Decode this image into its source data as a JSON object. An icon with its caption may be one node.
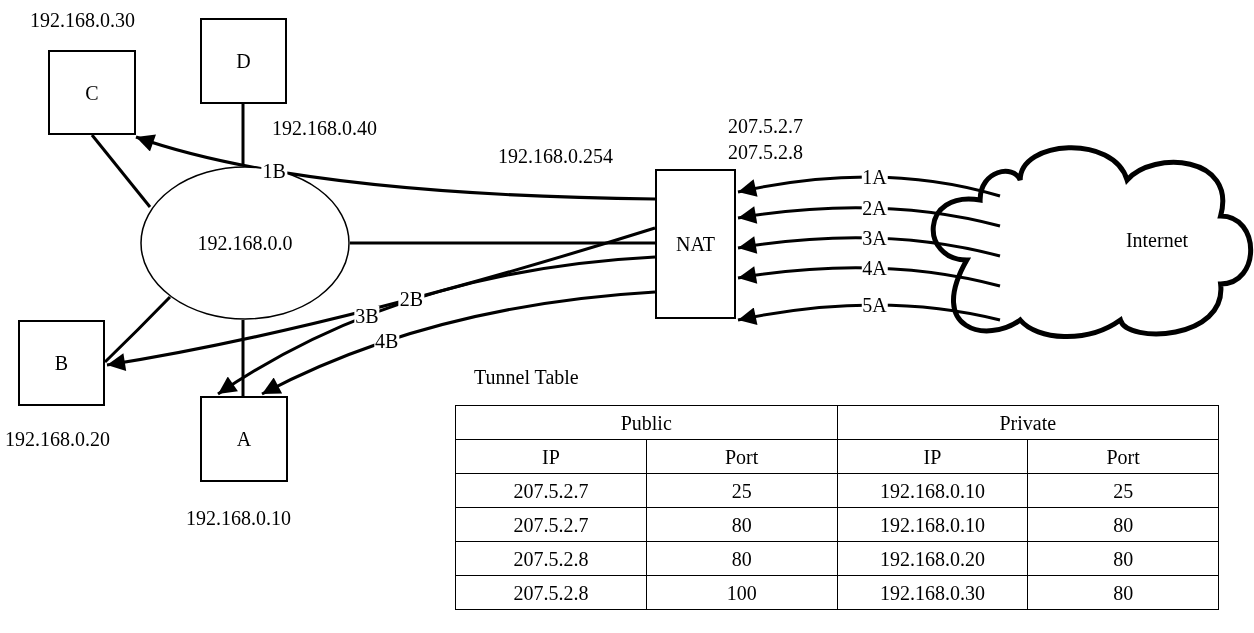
{
  "diagram": {
    "nodes": [
      {
        "text": [
          "C"
        ],
        "beside": [
          "192.168.0.30"
        ]
      },
      {
        "text": [
          "D"
        ],
        "beside": [
          "192.168.0.40"
        ]
      },
      {
        "text": [
          "192.168.0.0"
        ]
      },
      {
        "text": [
          "B"
        ],
        "beside": [
          "192.168.0.20"
        ]
      },
      {
        "text": [
          "A"
        ],
        "beside": [
          "192.168.0.10"
        ]
      },
      {
        "text": [
          "NAT"
        ],
        "beside": [
          "192.168.0.254",
          "207.5.2.7",
          "207.5.2.8"
        ]
      },
      {
        "text": [
          "Internet"
        ]
      }
    ],
    "edges": [
      {
        "from": 0,
        "to": 2,
        "arrow": "none"
      },
      {
        "from": 1,
        "to": 2,
        "arrow": "none"
      },
      {
        "from": 3,
        "to": 2,
        "arrow": "none"
      },
      {
        "from": 4,
        "to": 2,
        "arrow": "none"
      },
      {
        "from": 2,
        "to": 5,
        "arrow": "none"
      },
      {
        "from": 6,
        "to": 5,
        "arrow": "to",
        "label": "1A"
      },
      {
        "from": 6,
        "to": 5,
        "arrow": "to",
        "label": "2A"
      },
      {
        "from": 6,
        "to": 5,
        "arrow": "to",
        "label": "3A"
      },
      {
        "from": 6,
        "to": 5,
        "arrow": "to",
        "label": "4A"
      },
      {
        "from": 6,
        "to": 5,
        "arrow": "to",
        "label": "5A"
      },
      {
        "from": 5,
        "to": 0,
        "arrow": "to",
        "label": "1B"
      },
      {
        "from": 5,
        "to": 3,
        "arrow": "to",
        "label": "2B"
      },
      {
        "from": 5,
        "to": 4,
        "arrow": "to",
        "label": "3B"
      },
      {
        "from": 5,
        "to": 4,
        "arrow": "to",
        "label": "4B"
      }
    ],
    "labels": [
      "Tunnel Table",
      "Public",
      "Private",
      "IP",
      "Port",
      "IP",
      "Port",
      "207.5.2.7",
      "25",
      "192.168.0.10",
      "25",
      "207.5.2.7",
      "80",
      "192.168.0.10",
      "80",
      "207.5.2.8",
      "80",
      "192.168.0.20",
      "80",
      "207.5.2.8",
      "100",
      "192.168.0.30",
      "80"
    ]
  }
}
